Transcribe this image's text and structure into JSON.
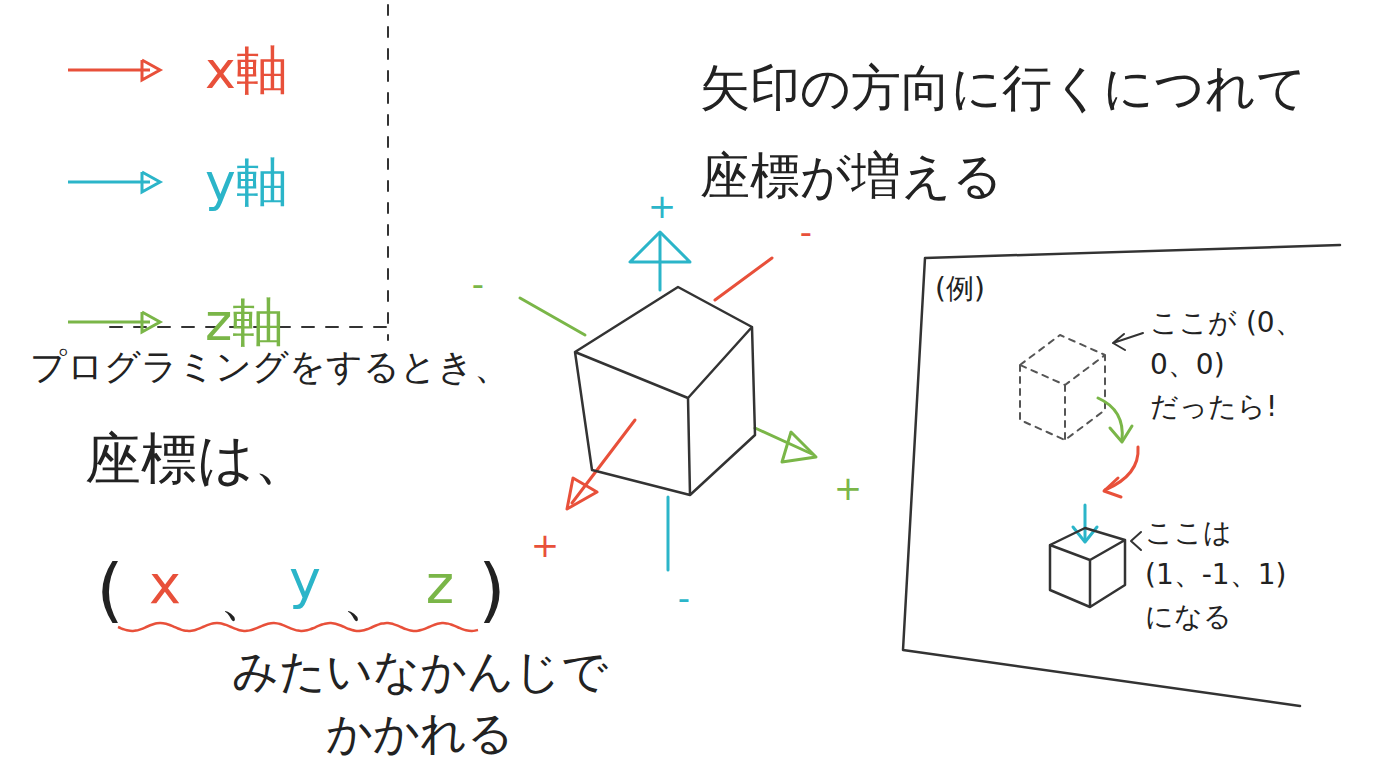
{
  "diagram": {
    "title": "矢印の方向に行くにつれて 座標が増える",
    "nodes": [
      {
        "text": [
          "(例)",
          "ここが (0、0、0) だったら!",
          "ここは (1、-1、1) になる"
        ]
      }
    ],
    "labels": [
      "プログラミングをするとき、",
      "座標は、",
      "(",
      "x",
      "、",
      "y",
      "、",
      "z",
      ")",
      "みたいなかんじで かかれる",
      "+",
      "-",
      "-",
      "+",
      "-",
      "+"
    ],
    "legend": [
      {
        "text": "x軸"
      },
      {
        "text": "y軸"
      },
      {
        "text": "z軸"
      }
    ]
  }
}
